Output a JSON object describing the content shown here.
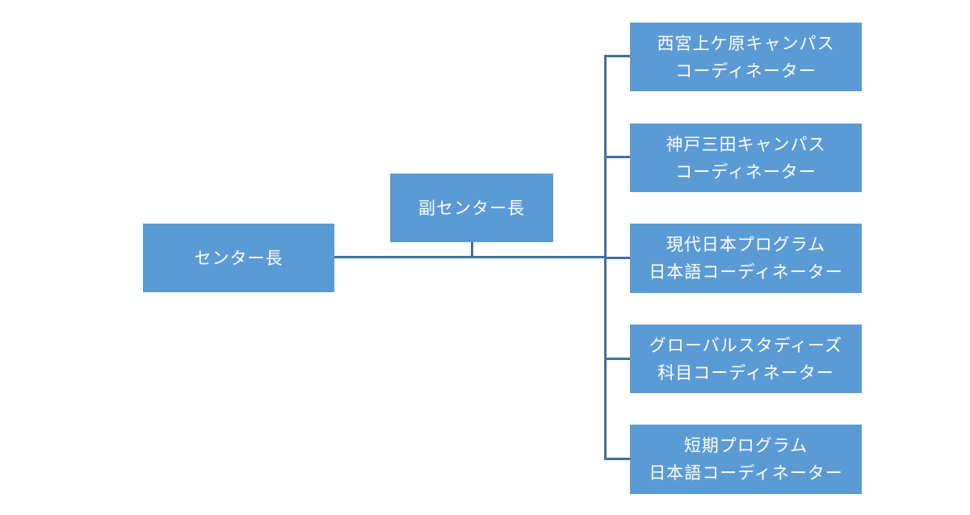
{
  "org_chart": {
    "director": {
      "label": "センター長"
    },
    "deputy_director": {
      "label": "副センター長"
    },
    "coordinators": [
      {
        "line1": "西宮上ケ原キャンパス",
        "line2": "コーディネーター"
      },
      {
        "line1": "神戸三田キャンパス",
        "line2": "コーディネーター"
      },
      {
        "line1": "現代日本プログラム",
        "line2": "日本語コーディネーター"
      },
      {
        "line1": "グローバルスタディーズ",
        "line2": "科目コーディネーター"
      },
      {
        "line1": "短期プログラム",
        "line2": "日本語コーディネーター"
      }
    ]
  },
  "colors": {
    "box_fill": "#5b9bd5",
    "box_text": "#ffffff",
    "connector": "#41719c"
  }
}
